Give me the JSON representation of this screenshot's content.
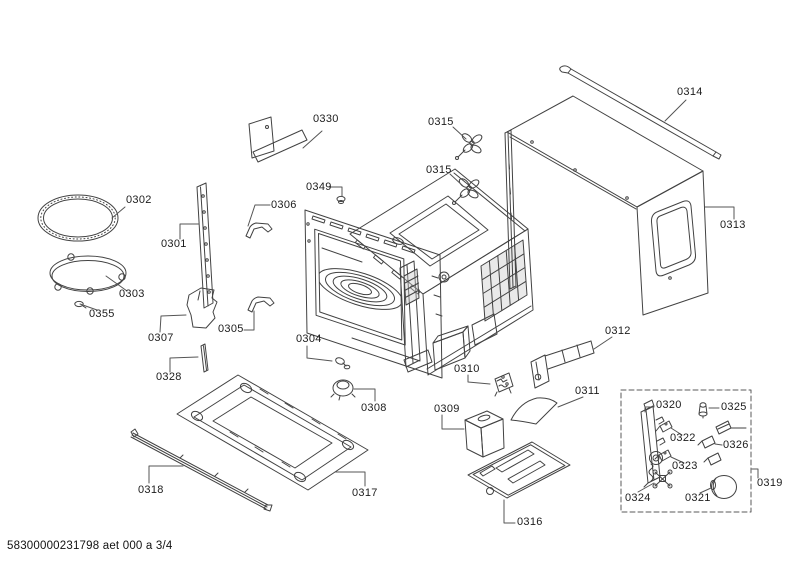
{
  "doc": {
    "footer": "58300000231798 aet 000 a 3/4"
  },
  "colors": {
    "line": "#424242",
    "label_text": "#1c1c1c",
    "background": "#ffffff"
  },
  "parts": {
    "p0301": "0301",
    "p0302": "0302",
    "p0303": "0303",
    "p0304": "0304",
    "p0305": "0305",
    "p0306": "0306",
    "p0307": "0307",
    "p0308": "0308",
    "p0309": "0309",
    "p0310": "0310",
    "p0311": "0311",
    "p0312": "0312",
    "p0313": "0313",
    "p0314": "0314",
    "p0315": "0315",
    "p0316": "0316",
    "p0317": "0317",
    "p0318": "0318",
    "p0319": "0319",
    "p0320": "0320",
    "p0321": "0321",
    "p0322": "0322",
    "p0323": "0323",
    "p0324": "0324",
    "p0325": "0325",
    "p0326": "0326",
    "p0328": "0328",
    "p0330": "0330",
    "p0349": "0349",
    "p0355": "0355"
  }
}
